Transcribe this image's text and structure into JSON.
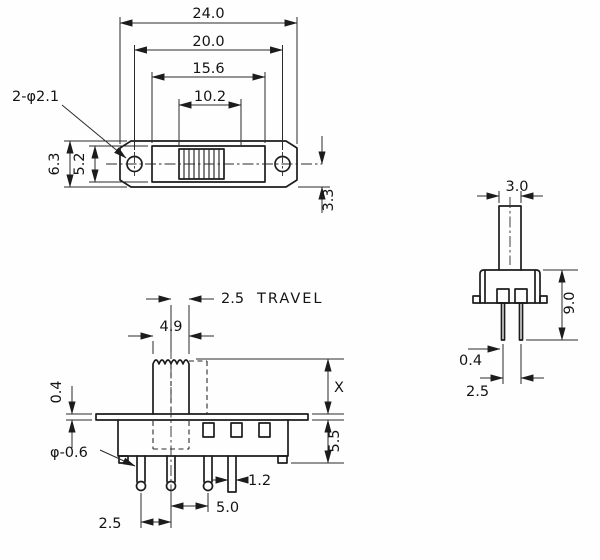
{
  "views": {
    "top": {
      "dim_overall_width": "24.0",
      "dim_hole_pitch": "20.0",
      "dim_opening_width": "15.6",
      "dim_slot_width": "10.2",
      "hole_callout": "2-φ2.1",
      "dim_overall_height": "6.3",
      "dim_inner_height": "5.2",
      "dim_edge_offset": "3.3"
    },
    "front": {
      "travel_value": "2.5",
      "travel_label": "TRAVEL",
      "dim_knob_width": "4.9",
      "dim_flange_thickness": "0.4",
      "dim_knob_height": "X",
      "dim_body_height": "5.5",
      "pin_callout": "φ-0.6",
      "dim_pin_pitch_a": "2.5",
      "dim_pin_pitch_b": "5.0",
      "dim_pin_width": "1.2"
    },
    "side": {
      "dim_knob_depth": "3.0",
      "dim_overall_height": "9.0",
      "dim_pin_thickness": "0.4",
      "dim_pin_pitch": "2.5"
    }
  }
}
